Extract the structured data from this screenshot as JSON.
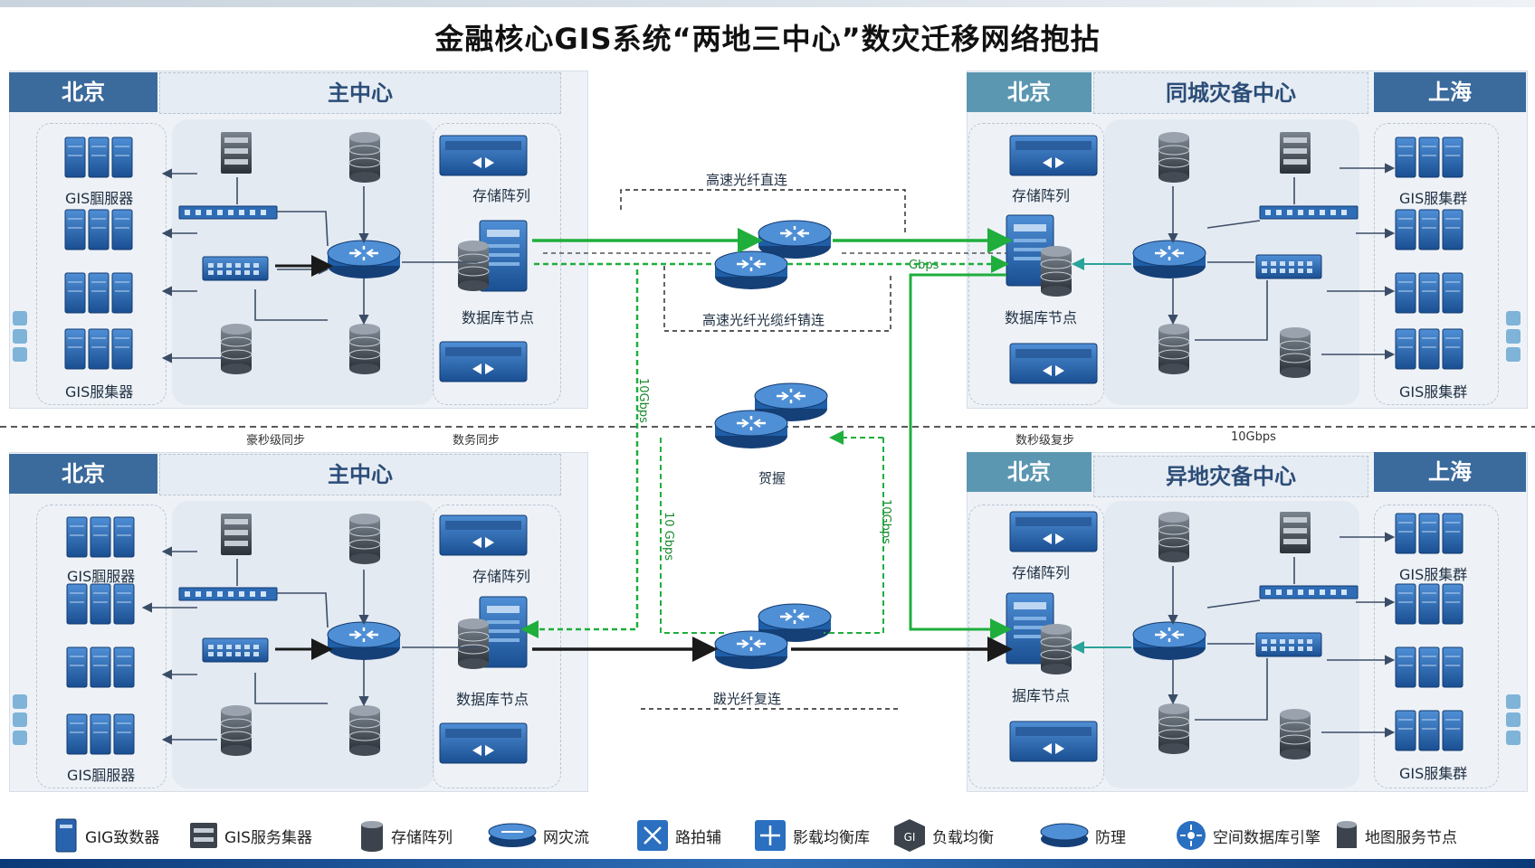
{
  "title": "金融核心GIS系统“两地三中心”数灾迁移网络抱拈",
  "panels": {
    "top_left": {
      "city": "北京",
      "center": "主中心",
      "server_label_1": "GIS腘服器",
      "server_label_2": "GIS服集器",
      "storage_label": "存储阵列",
      "db_label": "数据库节点"
    },
    "bottom_left": {
      "city": "北京",
      "center": "主中心",
      "server_label_1": "GIS腘服器",
      "server_label_2": "GIS腘服器",
      "storage_label": "存储阵列",
      "db_label": "数据库节点"
    },
    "top_right": {
      "city": "北京",
      "center": "同城灾备中心",
      "city2": "上海",
      "server_label_1": "GIS服集群",
      "server_label_2": "GIS服集群",
      "storage_label": "存储阵列",
      "db_label": "数据库节点"
    },
    "bottom_right": {
      "city": "北京",
      "center": "异地灾备中心",
      "city2": "上海",
      "server_label_1": "GIS服集群",
      "server_label_2": "GIS服集群",
      "storage_label": "存储阵列",
      "db_label": "据库节点"
    }
  },
  "links": {
    "top_label": "高速光纤直连",
    "top_router_label": "高速光纤光缆纤锖连",
    "middle_router_label": "贺握",
    "bottom_router_label": "跋光纤复连",
    "speed_top_right": "Gbps",
    "speed_left_vertical": "10Gbps",
    "speed_left_vertical_2": "10 Gbps",
    "speed_right_vertical": "10Gbps",
    "divider_left_1": "豪秒级同步",
    "divider_left_2": "数务同步",
    "divider_right_1": "数秒级复步",
    "divider_right_2": "10Gbps"
  },
  "legend": [
    {
      "icon": "server-tower-icon",
      "label": "GIG致数器"
    },
    {
      "icon": "server-rack-icon",
      "label": "GIS服务集器"
    },
    {
      "icon": "database-icon",
      "label": "存储阵列"
    },
    {
      "icon": "router-icon",
      "label": "网灾流"
    },
    {
      "icon": "switch-icon",
      "label": "路拍辅"
    },
    {
      "icon": "balancer-icon",
      "label": "影载均衡库"
    },
    {
      "icon": "gis-box-icon",
      "label": "负载均衡"
    },
    {
      "icon": "firewall-icon",
      "label": "防理"
    },
    {
      "icon": "spatial-engine-icon",
      "label": "空间数据库引擎"
    },
    {
      "icon": "map-node-icon",
      "label": "地图服务节点"
    }
  ],
  "colors": {
    "accent_dark": "#3b6a9c",
    "accent_teal": "#5c97b2",
    "link_green": "#1fae3c",
    "link_black": "#1a1a1a",
    "device_blue": "#1f5fa8"
  }
}
